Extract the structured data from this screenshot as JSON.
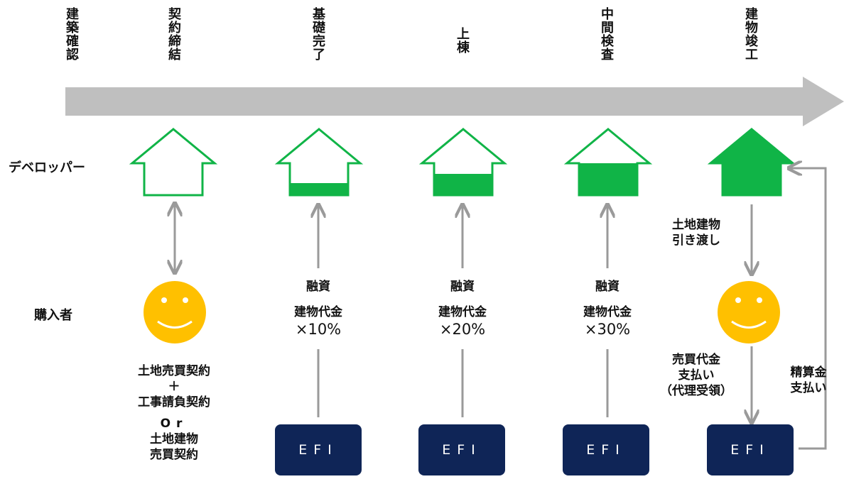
{
  "stages": [
    "建築確認",
    "契約締結",
    "基礎完了",
    "上棟",
    "中間検査",
    "建物竣工"
  ],
  "roles": {
    "developer": "デベロッパー",
    "buyer": "購入者"
  },
  "contract": {
    "line1": "土地売買契約",
    "plus": "＋",
    "line2": "工事請負契約",
    "or": "Or",
    "line3": "土地建物",
    "line4": "売買契約"
  },
  "loans": [
    {
      "title": "融資",
      "sub": "建物代金",
      "pct": "×10%"
    },
    {
      "title": "融資",
      "sub": "建物代金",
      "pct": "×20%"
    },
    {
      "title": "融資",
      "sub": "建物代金",
      "pct": "×30%"
    }
  ],
  "handover": {
    "line1": "土地建物",
    "line2": "引き渡し"
  },
  "payment": {
    "line1": "売買代金",
    "line2": "支払い",
    "line3": "（代理受領）"
  },
  "settlement": {
    "line1": "精算金",
    "line2": "支払い"
  },
  "efi_label": "EFI",
  "colors": {
    "green": "#10b447",
    "arrow_gray": "#bfbfbf",
    "line_gray": "#9a9a9a",
    "face_yellow": "#ffc000",
    "efi_navy": "#0f2557"
  },
  "house_fill_levels": [
    0,
    0.25,
    0.5,
    0.75,
    1
  ]
}
